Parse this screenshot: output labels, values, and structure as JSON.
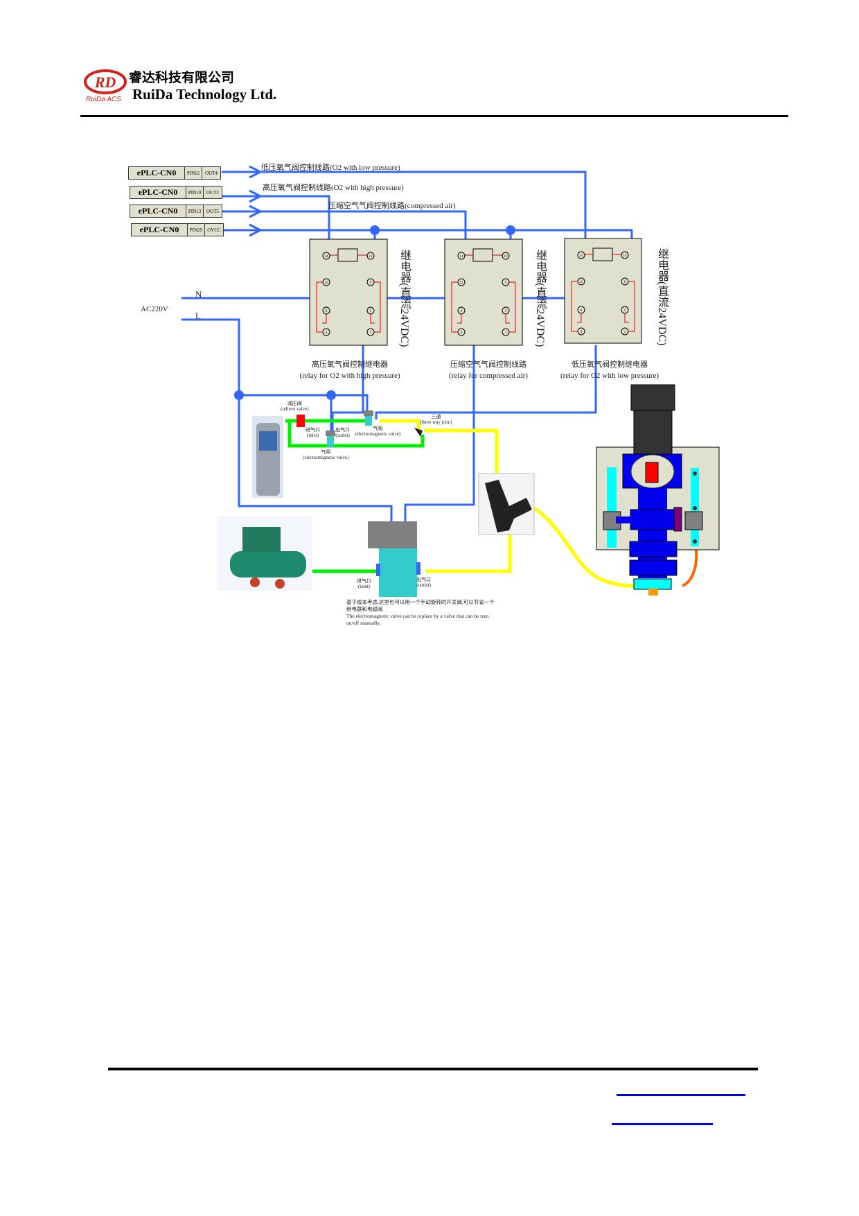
{
  "header": {
    "logo_mark": "RD",
    "logo_sub": "RuiDa ACS",
    "company_cn": "睿达科技有限公司",
    "company_en": "RuiDa Technology Ltd."
  },
  "plc_connectors": [
    {
      "name": "ePLC-CN0",
      "pin": "PIN12",
      "out": "OUT4"
    },
    {
      "name": "ePLC-CN0",
      "pin": "PIN10",
      "out": "OUT2"
    },
    {
      "name": "ePLC-CN0",
      "pin": "PIN13",
      "out": "OUT5"
    },
    {
      "name": "ePLC-CN0",
      "pin": "PIN29",
      "out": "OVCC"
    }
  ],
  "control_lines": [
    {
      "label": "低压氧气阀控制线路(O2 with low pressure)"
    },
    {
      "label": "高压氧气阀控制线路(O2 with high pressure)"
    },
    {
      "label": "压缩空气气阀控制线路(compressed air)"
    }
  ],
  "power": {
    "source": "AC220V",
    "neutral": "N",
    "live": "L"
  },
  "relays": [
    {
      "side_label": "继电器(直流24VDC)",
      "caption_cn": "高压氧气阀控制继电器",
      "caption_en": "(relay for O2 with high pressure)",
      "pins": [
        "14",
        "13",
        "12",
        "9",
        "8",
        "5",
        "4",
        "1"
      ]
    },
    {
      "side_label": "继电器(直流24VDC)",
      "caption_cn": "压缩空气气阀控制线路",
      "caption_en": "(relay for compressed air)",
      "pins": [
        "14",
        "13",
        "12",
        "9",
        "8",
        "5",
        "4",
        "1"
      ]
    },
    {
      "side_label": "继电器(直流24VDC)",
      "caption_cn": "低压氧气阀控制继电器",
      "caption_en": "(relay for O2 with low pressure)",
      "pins": [
        "14",
        "13",
        "12",
        "9",
        "8",
        "5",
        "4",
        "1"
      ]
    }
  ],
  "gas_components": {
    "relief_valve": {
      "cn": "减压阀",
      "en": "(relieve valve)"
    },
    "inlet": {
      "cn": "进气口",
      "en": "(inlet)"
    },
    "outlet": {
      "cn": "出气口",
      "en": "(outlet)"
    },
    "valve_upper": {
      "cn": "气阀",
      "en": "(electromagnetic valve)"
    },
    "valve_lower": {
      "cn": "气阀",
      "en": "(electromagnetic valve)"
    },
    "three_way": {
      "cn": "三通",
      "en": "(three way joint)"
    },
    "air_inlet": {
      "cn": "进气口",
      "en": "(inlet)"
    },
    "air_outlet": {
      "cn": "出气口",
      "en": "(outlet)"
    }
  },
  "note": {
    "cn": "基于成本考虑,这里也可以用一个手动旋转的开关阀,可以节省一个继电器和电磁阀",
    "en": "The electromagnetic valve  can be replace by a valve that can be turn on/off manually."
  },
  "colors": {
    "wire": "#3366ff",
    "relay_body": "#dfe0cd",
    "relay_contact": "#e00000",
    "o2_pipe": "#00ee00",
    "air_pipe": "#ffff00",
    "valve_body": "#33cccc",
    "valve_head": "#808080",
    "head_body": "#0000ee",
    "accent_red": "#d0221a",
    "link": "#0000ee"
  }
}
